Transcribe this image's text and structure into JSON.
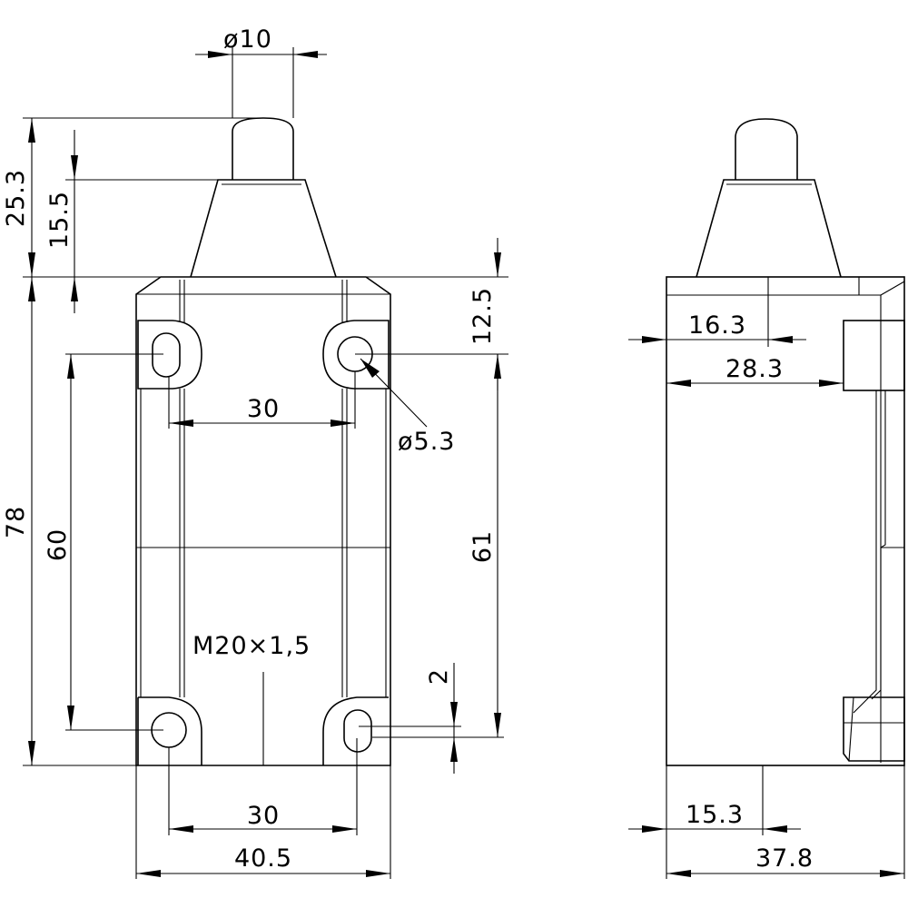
{
  "front_view": {
    "plunger_diameter": "ø10",
    "total_height_above_body": "25.3",
    "actuator_head_height": "15.5",
    "body_height": "78",
    "top_hole_offset": "12.5",
    "left_hole_spacing": "60",
    "right_hole_spacing": "61",
    "top_hole_pitch": "30",
    "hole_diameter": "ø5.3",
    "thread_spec": "M20×1,5",
    "slot_offset": "2",
    "bottom_hole_pitch": "30",
    "body_width": "40.5"
  },
  "side_view": {
    "dim_16_3": "16.3",
    "dim_28_3": "28.3",
    "dim_15_3": "15.3",
    "body_depth": "37.8"
  }
}
